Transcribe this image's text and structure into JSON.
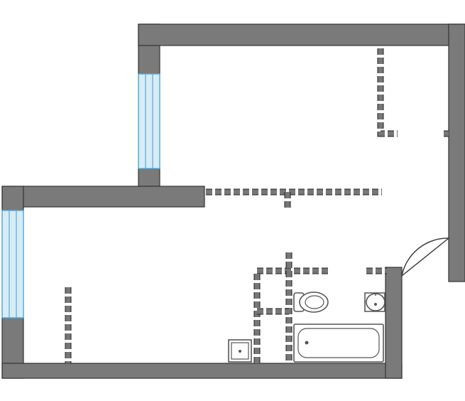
{
  "drawing": {
    "type": "apartment-floor-plan",
    "colors": {
      "wall": "#7a7a7a",
      "wall_outline": "#333333",
      "partition_dashed": "#777777",
      "window_glass": "#d6ecf7",
      "window_frame": "#5aa9d6",
      "fixture": "#ffffff"
    },
    "elements": [
      "exterior-walls",
      "window-upper",
      "window-lower",
      "interior-partitions-dashed",
      "entrance-door",
      "toilet",
      "washbasin",
      "bathtub",
      "shower-tray"
    ]
  }
}
